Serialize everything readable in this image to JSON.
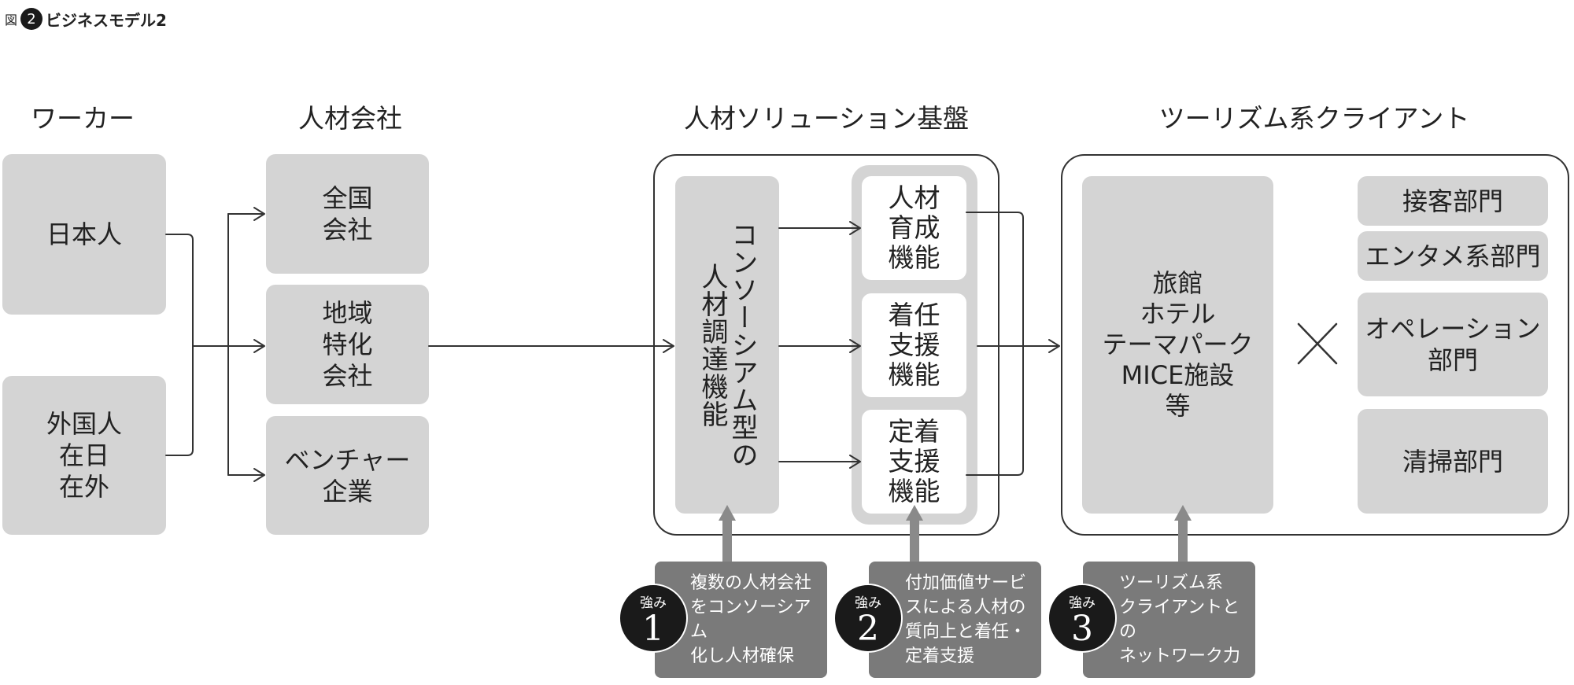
{
  "title": {
    "prefix": "図",
    "number": "2",
    "text": "ビジネスモデル2"
  },
  "headers": {
    "worker": "ワーカー",
    "staffing": "人材会社",
    "platform": "人材ソリューション基盤",
    "client": "ツーリズム系クライアント"
  },
  "workers": {
    "japanese": "日本人",
    "foreign": "外国人\n在日\n在外"
  },
  "companies": {
    "national": "全国\n会社",
    "regional": "地域\n特化\n会社",
    "venture": "ベンチャー\n企業"
  },
  "platform": {
    "consortium": "コンソーシアム型の\n人材調達機能",
    "functions": {
      "training": "人材\n育成\n機能",
      "onboarding": "着任\n支援\n機能",
      "retention": "定着\n支援\n機能"
    }
  },
  "client": {
    "facilities": "旅館\nホテル\nテーマパーク\nMICE施設\n等",
    "cross": "×",
    "departments": {
      "reception": "接客部門",
      "entertainment": "エンタメ系部門",
      "operations": "オペレーション\n部門",
      "cleaning": "清掃部門"
    }
  },
  "strengths": [
    {
      "label": "強み",
      "number": "1",
      "text": "複数の人材会社\nをコンソーシアム\n化し人材確保"
    },
    {
      "label": "強み",
      "number": "2",
      "text": "付加価値サービ\nスによる人材の\n質向上と着任・\n定着支援"
    },
    {
      "label": "強み",
      "number": "3",
      "text": "ツーリズム系\nクライアントとの\nネットワーク力"
    }
  ]
}
